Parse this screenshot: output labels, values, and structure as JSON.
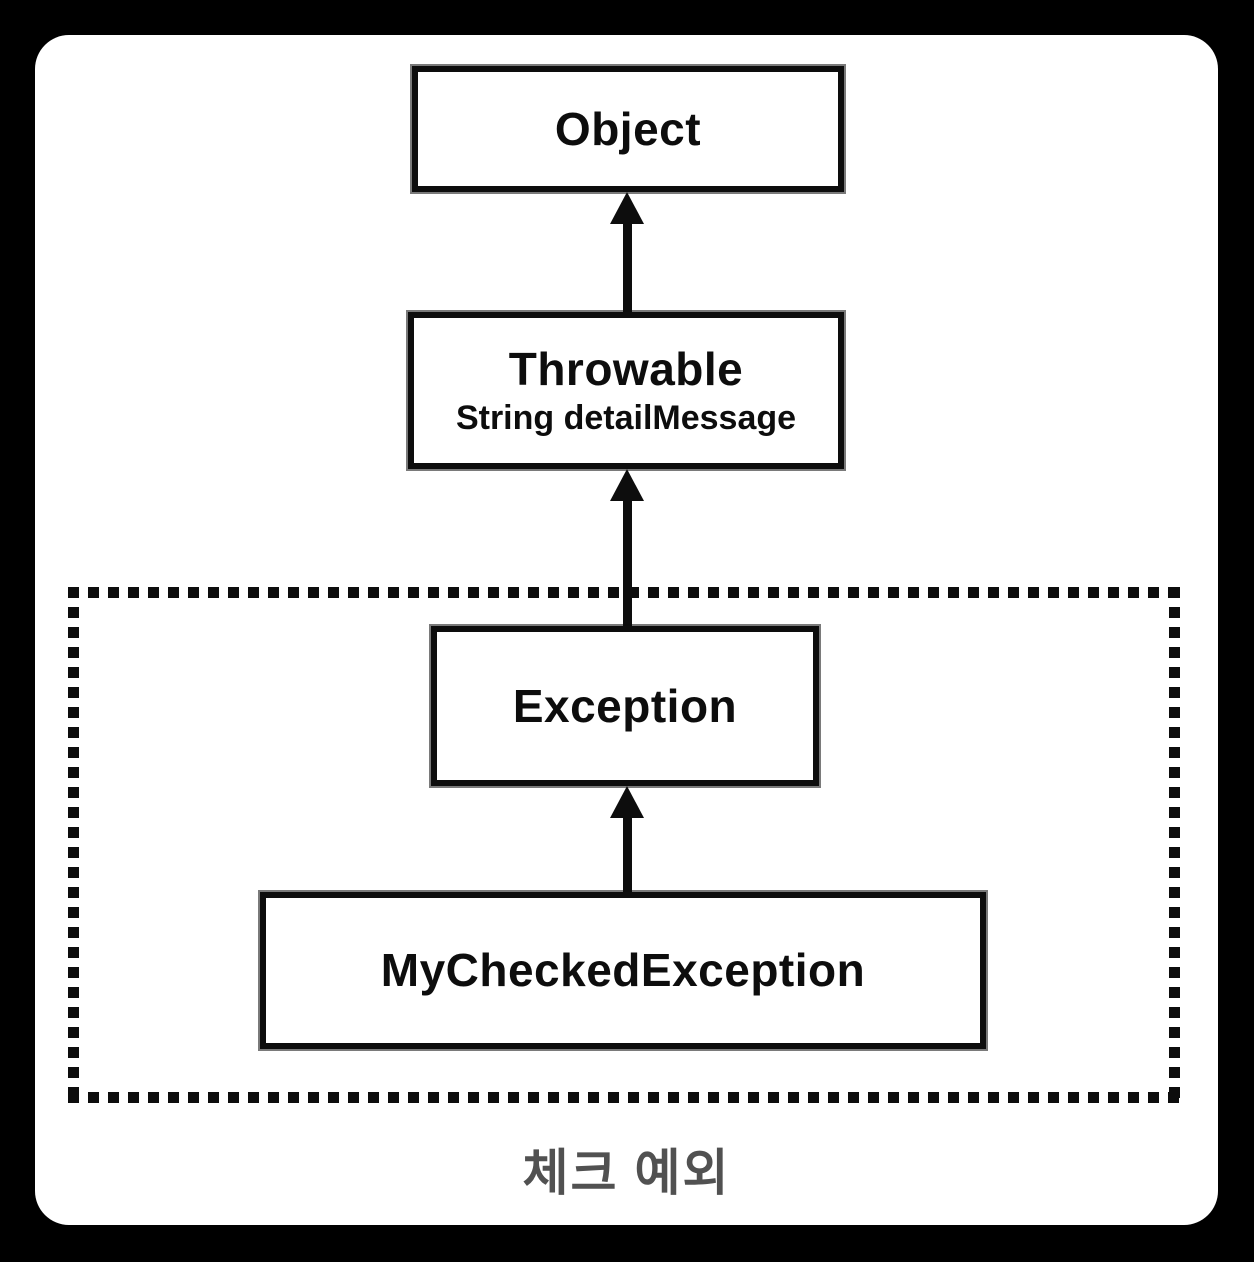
{
  "colors": {
    "background": "#000000",
    "card": "#ffffff",
    "stroke": "#0d0d0d",
    "caption": "#515151"
  },
  "diagram": {
    "type": "class-hierarchy",
    "nodes": {
      "object": {
        "label": "Object"
      },
      "throwable": {
        "label": "Throwable",
        "field": "String detailMessage"
      },
      "exception": {
        "label": "Exception"
      },
      "my_checked_exception": {
        "label": "MyCheckedException"
      }
    },
    "edges": [
      {
        "from": "Throwable",
        "to": "Object",
        "type": "inheritance",
        "direction": "up"
      },
      {
        "from": "Exception",
        "to": "Throwable",
        "type": "inheritance",
        "direction": "up"
      },
      {
        "from": "MyCheckedException",
        "to": "Exception",
        "type": "inheritance",
        "direction": "up"
      }
    ],
    "group": {
      "caption": "체크 예외",
      "border_style": "dotted",
      "members": [
        "Exception",
        "MyCheckedException"
      ]
    }
  }
}
